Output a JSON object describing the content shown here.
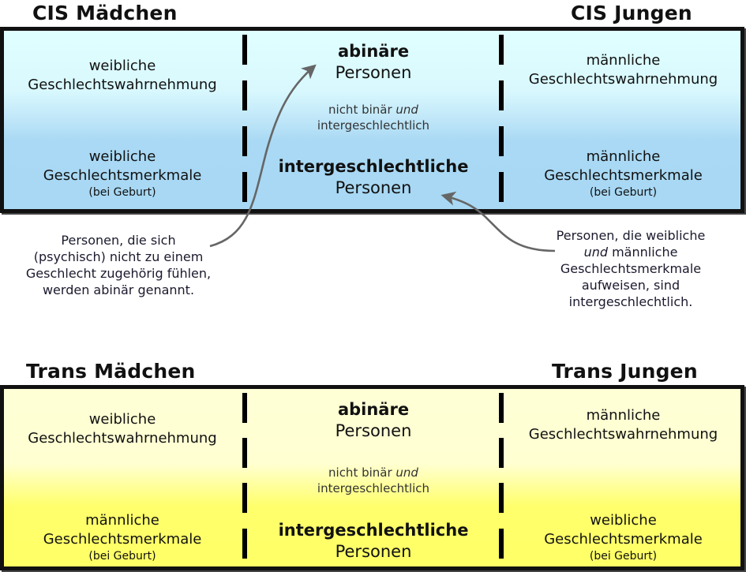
{
  "cis": {
    "heading_left": "CIS Mädchen",
    "heading_right": "CIS Jungen",
    "left_top": [
      "weibliche",
      "Geschlechtswahrnehmung"
    ],
    "left_bottom": [
      "weibliche",
      "Geschlechtsmerkmale",
      "(bei Geburt)"
    ],
    "middle_top": [
      "abinäre",
      "Personen"
    ],
    "middle_note": [
      "nicht binär ",
      "und",
      "intergeschlechtlich"
    ],
    "middle_bottom": [
      "intergeschlechtliche",
      "Personen"
    ],
    "right_top": [
      "männliche",
      "Geschlechtswahrnehmung"
    ],
    "right_bottom": [
      "männliche",
      "Geschlechtsmerkmale",
      "(bei Geburt)"
    ],
    "colors": {
      "top": "#e0ffff",
      "bottom": "#a8d8f4"
    }
  },
  "captions": {
    "left": [
      "Personen, die sich",
      "(psychisch) nicht zu einem",
      "Geschlecht zugehörig fühlen,",
      "werden abinär genannt."
    ],
    "right": [
      "Personen, die weibliche",
      "und",
      " männliche",
      "Geschlechtsmerkmale",
      "aufweisen, sind",
      "intergeschlechtlich."
    ]
  },
  "trans": {
    "heading_left": "Trans Mädchen",
    "heading_right": "Trans Jungen",
    "left_top": [
      "weibliche",
      "Geschlechtswahrnehmung"
    ],
    "left_bottom": [
      "männliche",
      "Geschlechtsmerkmale",
      "(bei Geburt)"
    ],
    "middle_top": [
      "abinäre",
      "Personen"
    ],
    "middle_note": [
      "nicht binär ",
      "und",
      "intergeschlechtlich"
    ],
    "middle_bottom": [
      "intergeschlechtliche",
      "Personen"
    ],
    "right_top": [
      "männliche",
      "Geschlechtswahrnehmung"
    ],
    "right_bottom": [
      "weibliche",
      "Geschlechtsmerkmale",
      "(bei Geburt)"
    ],
    "colors": {
      "top": "#ffffd6",
      "bottom": "#ffff66"
    }
  },
  "arrow_color": "#666666"
}
